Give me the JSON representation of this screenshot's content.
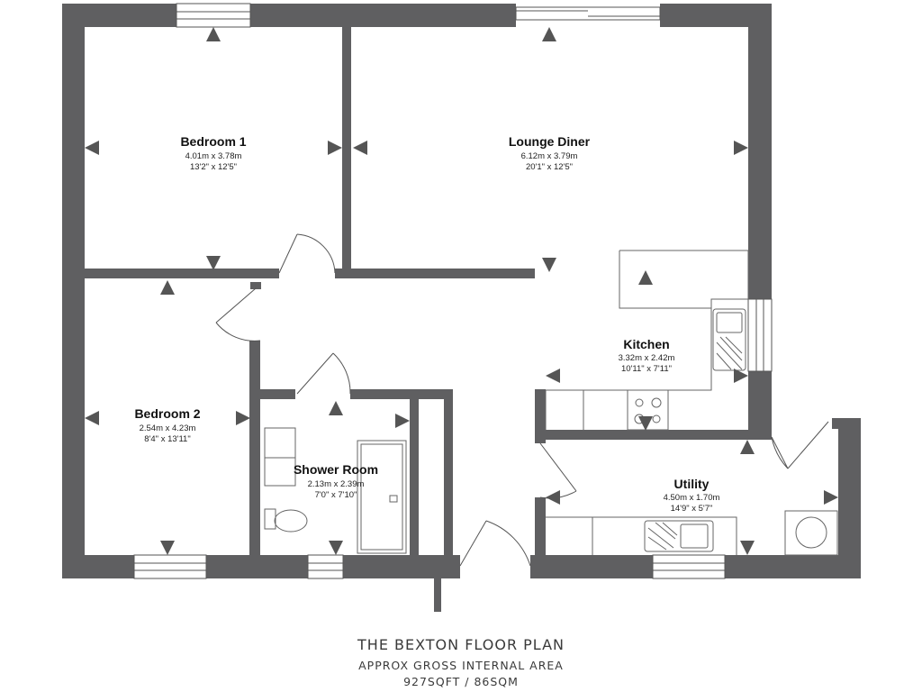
{
  "plan": {
    "title": "THE BEXTON FLOOR PLAN",
    "subtitle": "APPROX GROSS INTERNAL AREA",
    "area": "927SQFT / 86SQM"
  },
  "rooms": {
    "bedroom1": {
      "name": "Bedroom 1",
      "metric": "4.01m x 3.78m",
      "imperial": "13'2\" x 12'5\""
    },
    "lounge": {
      "name": "Lounge Diner",
      "metric": "6.12m x 3.79m",
      "imperial": "20'1\" x 12'5\""
    },
    "kitchen": {
      "name": "Kitchen",
      "metric": "3.32m x 2.42m",
      "imperial": "10'11\" x 7'11\""
    },
    "bedroom2": {
      "name": "Bedroom 2",
      "metric": "2.54m x 4.23m",
      "imperial": "8'4\" x 13'11\""
    },
    "shower": {
      "name": "Shower Room",
      "metric": "2.13m x 2.39m",
      "imperial": "7'0\" x 7'10\""
    },
    "utility": {
      "name": "Utility",
      "metric": "4.50m x 1.70m",
      "imperial": "14'9\" x 5'7\""
    }
  },
  "colors": {
    "wall": "#5f5f61",
    "line": "#555555",
    "background": "#ffffff"
  }
}
